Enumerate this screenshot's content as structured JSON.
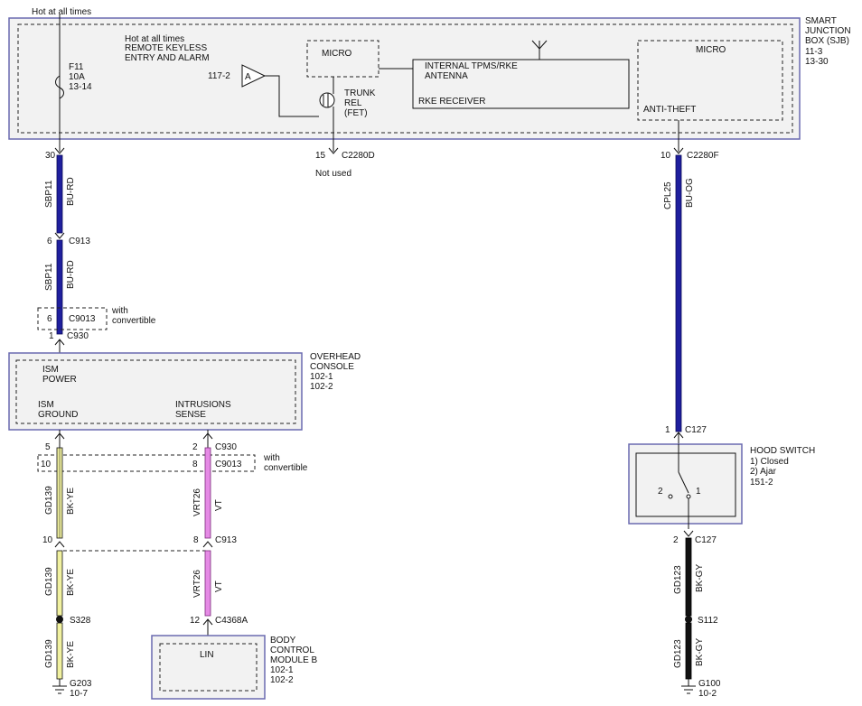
{
  "colors": {
    "wire_bu": "#1f1f9e",
    "wire_bu_edge": "#0a0a55",
    "wire_vt": "#e58ae5",
    "wire_vt_edge": "#7a2a7a",
    "wire_ye": "#f1f1a0",
    "wire_bk": "#111111",
    "module_border": "#6a6ab0",
    "module_fill": "#f2f2f2",
    "line": "#111111"
  },
  "top": {
    "hot_label": "Hot at all times"
  },
  "sjb": {
    "title_lines": [
      "SMART",
      "JUNCTION",
      "BOX (SJB)",
      "11-3",
      "13-30"
    ],
    "hot_rke_lines": [
      "Hot at all times",
      "REMOTE KEYLESS",
      "ENTRY AND ALARM"
    ],
    "fuse_lines": [
      "F11",
      "10A",
      "13-14"
    ],
    "ref_117": "117-2",
    "amp_label": "A",
    "micro1": "MICRO",
    "trunk_lines": [
      "TRUNK",
      "REL",
      "(FET)"
    ],
    "antenna_lines": [
      "INTERNAL TPMS/RKE",
      "ANTENNA"
    ],
    "rke_receiver": "RKE RECEIVER",
    "micro2": "MICRO",
    "anti_theft": "ANTI-THEFT"
  },
  "connectors": {
    "c2280d_pin": "15",
    "c2280d": "C2280D",
    "not_used": "Not used",
    "c2280f_pin": "10",
    "c2280f": "C2280F",
    "left_30_pin": "30",
    "c913_top_pin": "6",
    "c913_top": "C913",
    "c9013_top_pin": "6",
    "c9013_top": "C9013",
    "with_convertible_lines": [
      "with",
      "convertible"
    ],
    "c930_top_pin": "1",
    "c930_top": "C930",
    "c127_top_pin": "1",
    "c127_top": "C127",
    "pin5": "5",
    "pin2": "2",
    "c930_b": "C930",
    "pin10a": "10",
    "pin8a": "8",
    "c9013_b": "C9013",
    "with_convertible2_lines": [
      "with",
      "convertible"
    ],
    "pin10b": "10",
    "pin8b": "8",
    "c913_b": "C913",
    "pin12": "12",
    "c4368a": "C4368A",
    "c127_b_pin": "2",
    "c127_b": "C127"
  },
  "wires": {
    "sbp11_a": "SBP11",
    "bu_rd_a": "BU-RD",
    "sbp11_b": "SBP11",
    "bu_rd_b": "BU-RD",
    "cpl25": "CPL25",
    "bu_og": "BU-OG",
    "gd139_a": "GD139",
    "bk_ye_a": "BK-YE",
    "gd139_b": "GD139",
    "bk_ye_b": "BK-YE",
    "gd139_c": "GD139",
    "bk_ye_c": "BK-YE",
    "vrt26_a": "VRT26",
    "vt_a": "VT",
    "vrt26_b": "VRT26",
    "vt_b": "VT",
    "gd123_a": "GD123",
    "bk_gy_a": "BK-GY",
    "gd123_b": "GD123",
    "bk_gy_b": "BK-GY"
  },
  "overhead": {
    "title_lines": [
      "OVERHEAD",
      "CONSOLE",
      "102-1",
      "102-2"
    ],
    "ism_power_lines": [
      "ISM",
      "POWER"
    ],
    "ism_ground_lines": [
      "ISM",
      "GROUND"
    ],
    "intrusions_lines": [
      "INTRUSIONS",
      "SENSE"
    ]
  },
  "hood": {
    "title_lines": [
      "HOOD SWITCH",
      "1) Closed",
      "2) Ajar",
      "151-2"
    ],
    "pin2": "2",
    "pin1": "1"
  },
  "bcm": {
    "lin": "LIN",
    "title_lines": [
      "BODY",
      "CONTROL",
      "MODULE B",
      "102-1",
      "102-2"
    ]
  },
  "splices": {
    "s328": "S328",
    "s112": "S112"
  },
  "grounds": {
    "g203": "G203",
    "g203_ref": "10-7",
    "g100": "G100",
    "g100_ref": "10-2"
  }
}
